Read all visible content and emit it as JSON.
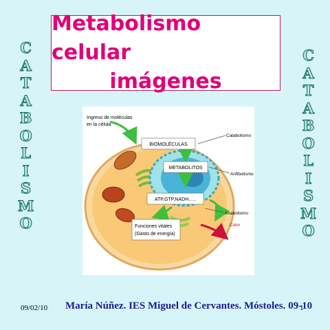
{
  "title": {
    "line1": "Metabolismo celular",
    "line2": "imágenes"
  },
  "left_vertical": [
    "C",
    "A",
    "T",
    "A",
    "B",
    "O",
    "L",
    "I",
    "S",
    "M",
    "O"
  ],
  "right_vertical": [
    "C",
    "A",
    "T",
    "A",
    "B",
    "O",
    "L",
    "I",
    "S",
    "M",
    "O"
  ],
  "diagram": {
    "ingreso_line1": "Ingreso de moléculas",
    "ingreso_line2": "en la célula",
    "biomoleculas": "BIOMOLÉCULAS",
    "metabolitos": "METABOLITOS",
    "atp": "ATP,GTP,NADH…..",
    "funciones_line1": "Funciones vitales",
    "funciones_line2": "(Gasto de energía)",
    "catabolismo": "Catabolismo",
    "anfibolismo": "Anfibolismo",
    "anabolismo": "Anabolismo",
    "calor": "Calor"
  },
  "footer": {
    "date": "09/02/10",
    "author": "María Núñez. IES Miguel de Cervantes. Móstoles. 09-10",
    "page": "1"
  },
  "colors": {
    "background": "#d7f5f9",
    "title": "#e0007a",
    "footer_author": "#1b1b8f",
    "vertical_outline": "#0a6c57"
  }
}
